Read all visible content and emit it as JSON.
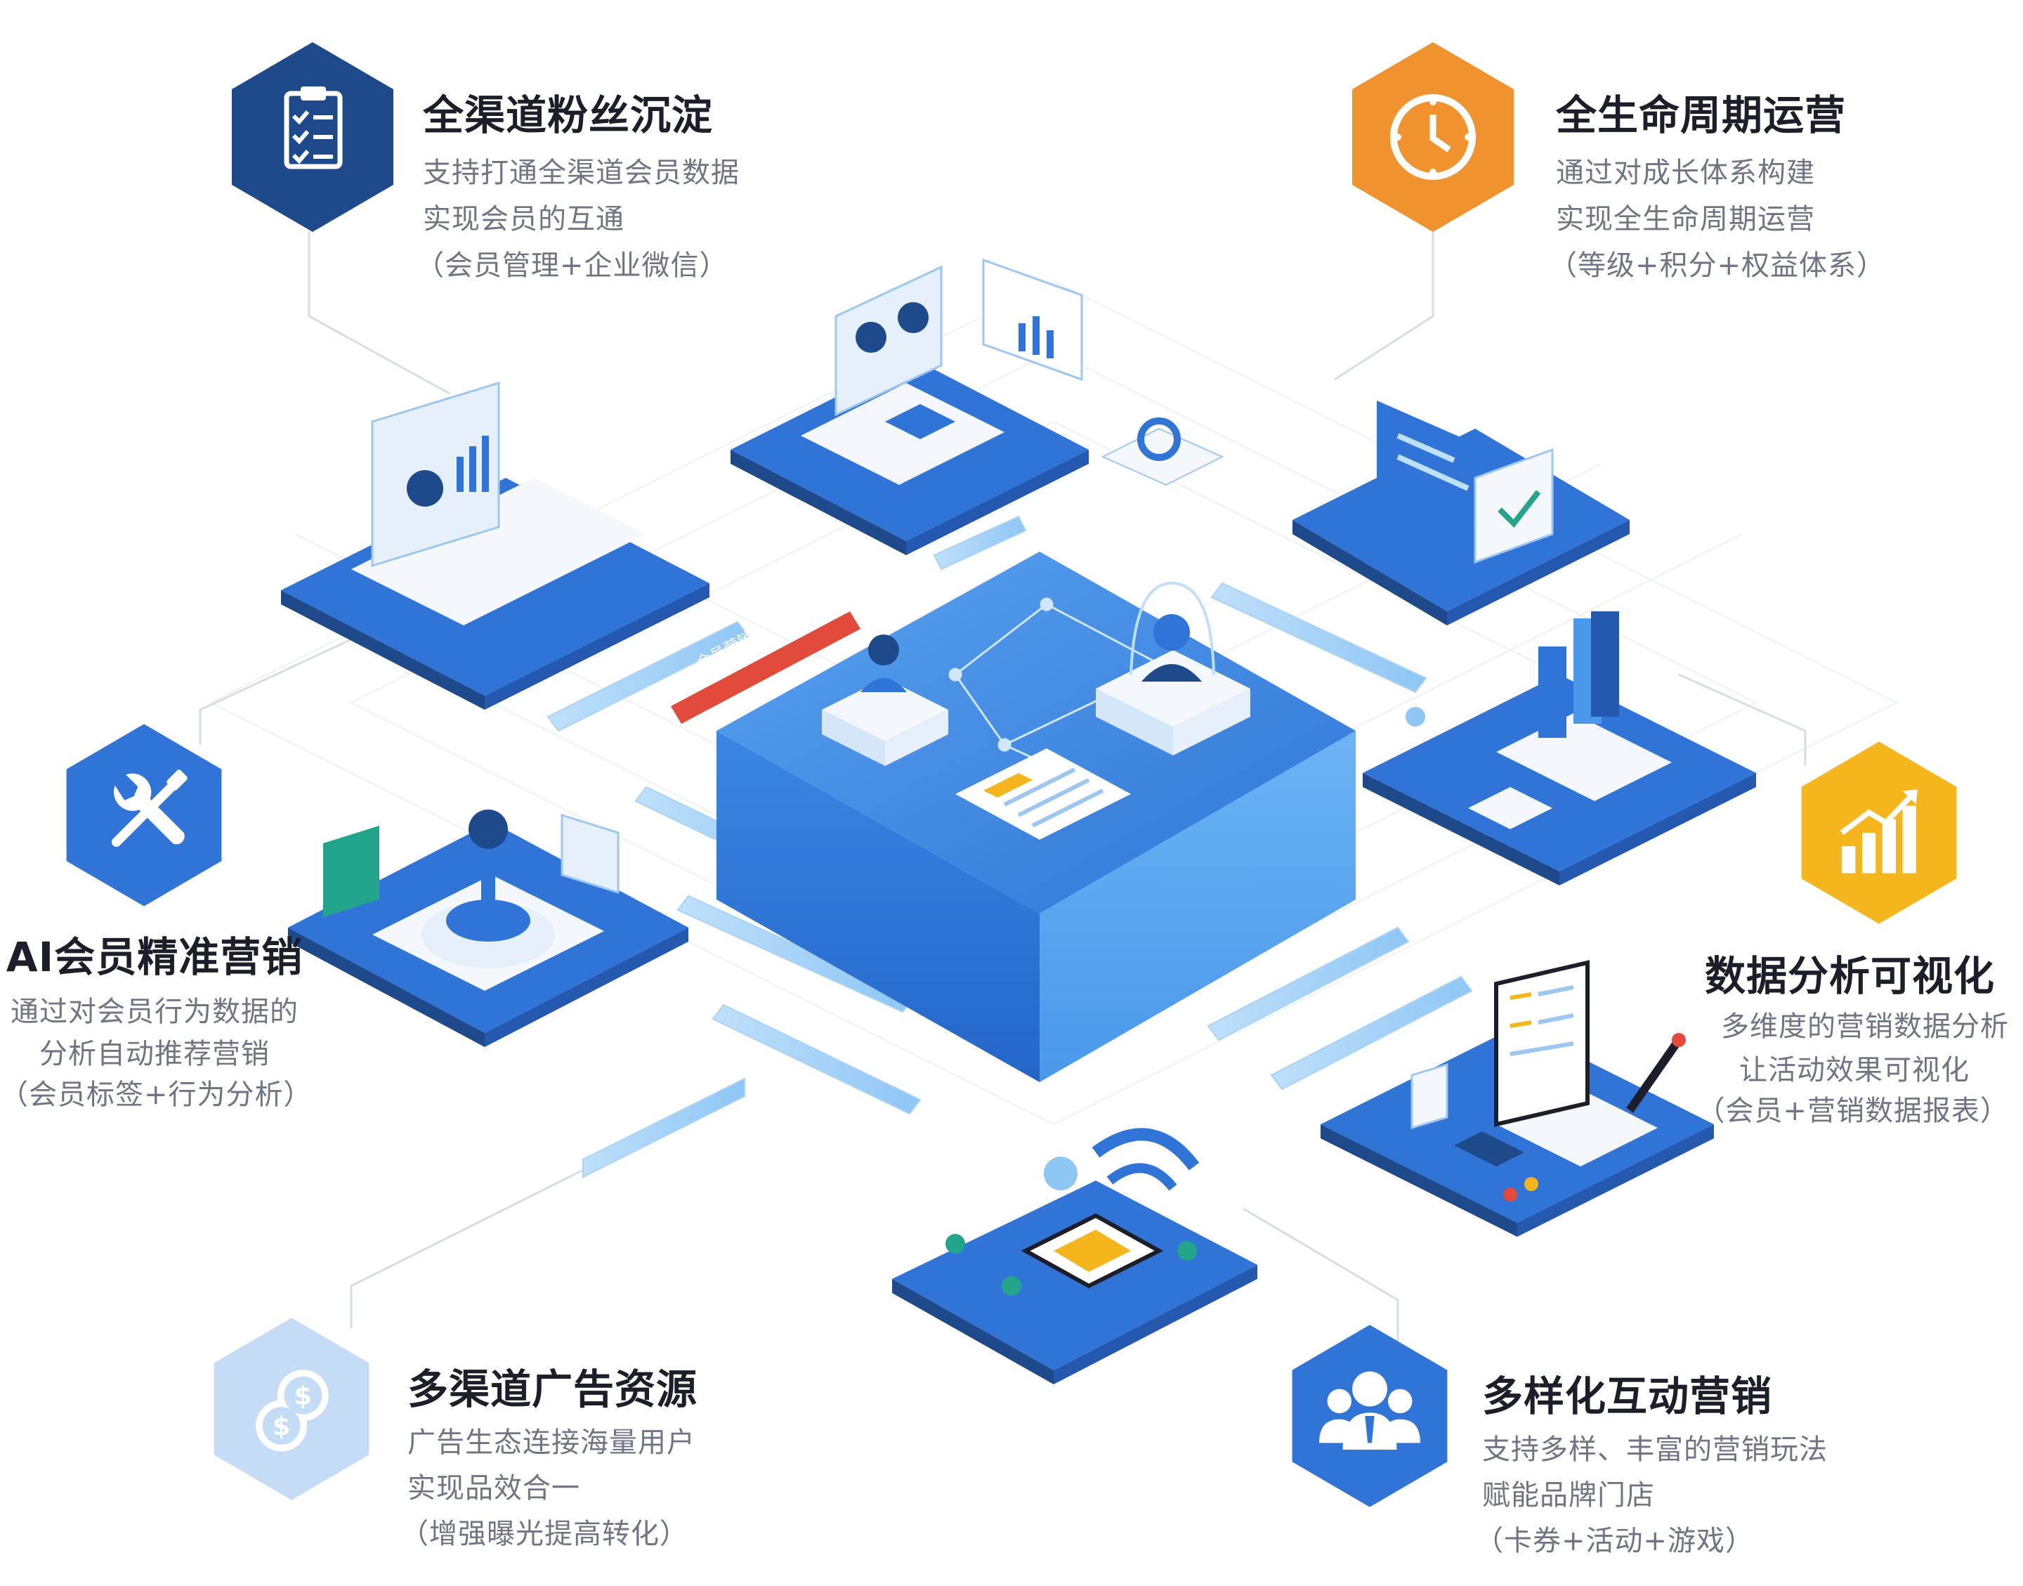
{
  "features": [
    {
      "id": "channel-fans",
      "title": "全渠道粉丝沉淀",
      "lines": [
        "支持打通全渠道会员数据",
        "实现会员的互通",
        "（会员管理+企业微信）"
      ],
      "icon": "clipboard-checklist-icon",
      "color": "#1e4a8c"
    },
    {
      "id": "lifecycle",
      "title": "全生命周期运营",
      "lines": [
        "通过对成长体系构建",
        "实现全生命周期运营",
        "（等级+积分+权益体系）"
      ],
      "icon": "clock-icon",
      "color": "#f0922e"
    },
    {
      "id": "ai-marketing",
      "title": "AI会员精准营销",
      "lines": [
        "通过对会员行为数据的",
        "分析自动推荐营销",
        "（会员标签+行为分析）"
      ],
      "icon": "wrench-screwdriver-icon",
      "color": "#2f74d6"
    },
    {
      "id": "data-viz",
      "title": "数据分析可视化",
      "lines": [
        "多维度的营销数据分析",
        "让活动效果可视化",
        "（会员+营销数据报表）"
      ],
      "icon": "growth-chart-icon",
      "color": "#f5b51d"
    },
    {
      "id": "ad-resources",
      "title": "多渠道广告资源",
      "lines": [
        "广告生态连接海量用户",
        "实现品效合一",
        "（增强曝光提高转化）"
      ],
      "icon": "coins-dollar-icon",
      "color": "#c5dcf7"
    },
    {
      "id": "interactive",
      "title": "多样化互动营销",
      "lines": [
        "支持多样、丰富的营销玩法",
        "赋能品牌门店",
        "（卡券+活动+游戏）"
      ],
      "icon": "user-group-icon",
      "color": "#2f74d6"
    }
  ],
  "platform": {
    "banner_text": "会员营销服务平台",
    "banner_color": "#e24a3b"
  },
  "colors": {
    "primary": "#2f74d6",
    "dark_blue": "#1e4a8c",
    "light_blue": "#c5dcf7",
    "orange": "#f0922e",
    "yellow": "#f5b51d",
    "text_dark": "#1c1e2a",
    "text_gray": "#6f7585",
    "grid": "#e8edf3"
  }
}
